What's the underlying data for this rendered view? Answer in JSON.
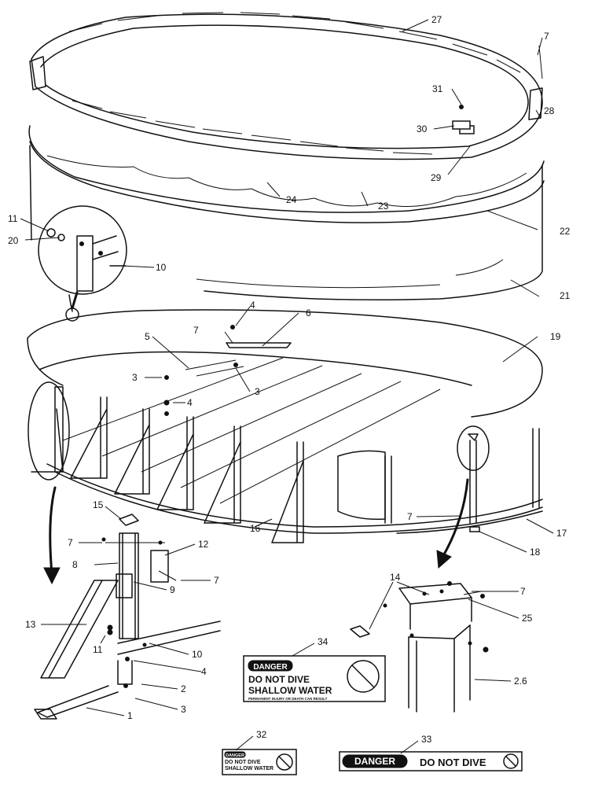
{
  "labels": {
    "l1": "1",
    "l2": "2",
    "l3a": "3",
    "l3b": "3",
    "l3c": "3",
    "l4a": "4",
    "l4b": "4",
    "l4c": "4",
    "l5": "5",
    "l6": "6",
    "l7a": "7",
    "l7b": "7",
    "l7c": "7",
    "l7d": "7",
    "l7e": "7",
    "l7f": "7",
    "l8": "8",
    "l9": "9",
    "l10a": "10",
    "l10b": "10",
    "l11a": "11",
    "l11b": "11",
    "l12": "12",
    "l13": "13",
    "l14": "14",
    "l15": "15",
    "l16": "16",
    "l17": "17",
    "l18": "18",
    "l19": "19",
    "l20": "20",
    "l21": "21",
    "l22": "22",
    "l23": "23",
    "l24": "24",
    "l25": "25",
    "l26": "2.6",
    "l27": "27",
    "l28": "28",
    "l29": "29",
    "l30": "30",
    "l31": "31",
    "l32": "32",
    "l33": "33",
    "l34": "34"
  },
  "signs": {
    "danger": "DANGER",
    "line1": "DO NOT DIVE",
    "line2": "SHALLOW WATER",
    "fine_print": "PERMANENT INJURY OR DEATH CAN RESULT"
  }
}
